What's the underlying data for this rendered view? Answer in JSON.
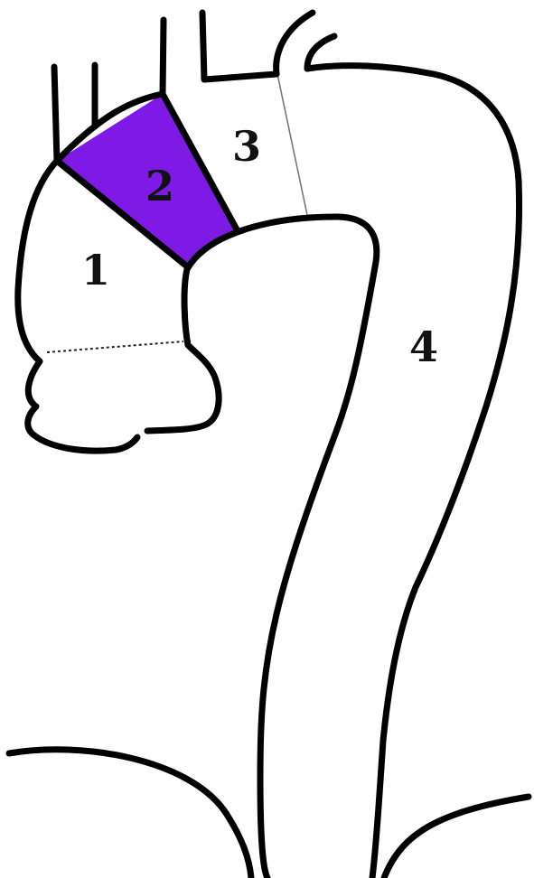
{
  "diagram": {
    "highlight_color": "#7f1ae6",
    "outline_color": "#000000",
    "zones": [
      {
        "id": "1",
        "label": "1",
        "highlighted": false
      },
      {
        "id": "2",
        "label": "2",
        "highlighted": true
      },
      {
        "id": "3",
        "label": "3",
        "highlighted": false
      },
      {
        "id": "4",
        "label": "4",
        "highlighted": false
      }
    ]
  }
}
